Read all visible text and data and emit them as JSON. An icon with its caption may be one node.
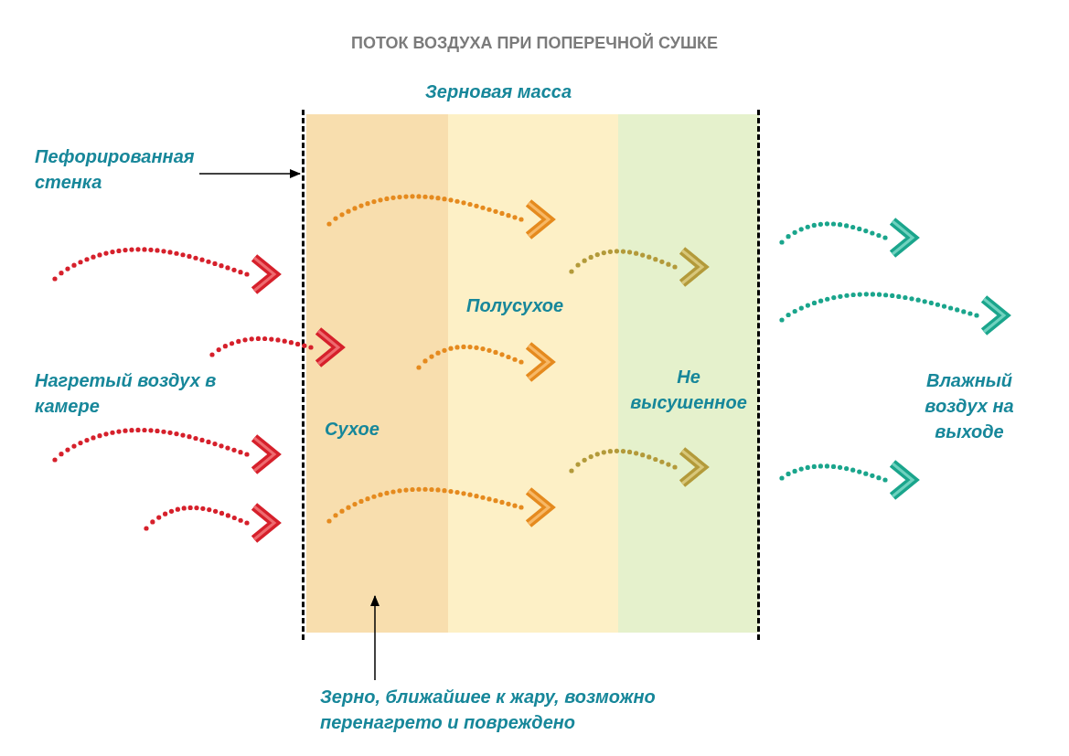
{
  "diagram": {
    "title": "ПОТОК ВОЗДУХА ПРИ ПОПЕРЕЧНОЙ СУШКЕ",
    "nodes": [
      {
        "text": [
          "Зерновая масса"
        ]
      },
      {
        "text": [
          "Сухое"
        ],
        "in": 0
      },
      {
        "text": [
          "Полусухое"
        ],
        "in": 0
      },
      {
        "text": [
          "Не высушенное"
        ],
        "in": 0
      },
      {
        "text": [],
        "shape": "bar"
      },
      {
        "text": [
          "Пефорированная стенка"
        ]
      },
      {
        "text": [
          "Нагретый воздух в камере"
        ]
      },
      {
        "text": [
          "Влажный воздух на выходе"
        ]
      },
      {
        "text": [
          "Зерно, ближайшее к жару, возможно перенагрето и повреждено"
        ]
      }
    ],
    "edges": [
      {
        "from": 5,
        "to": 4,
        "arrow": "to"
      },
      {
        "from": 8,
        "to": 1,
        "arrow": "to"
      }
    ]
  }
}
